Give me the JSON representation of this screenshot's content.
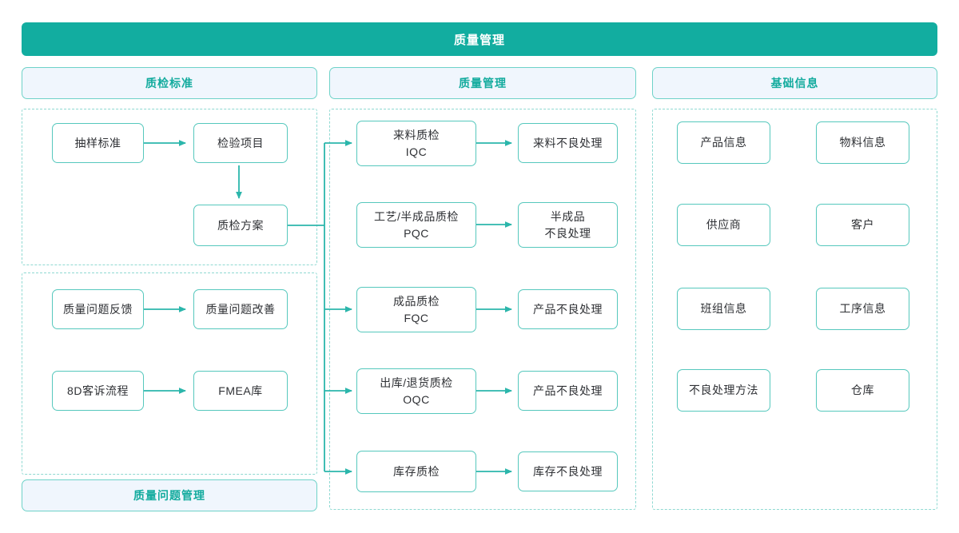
{
  "banner": {
    "title": "质量管理"
  },
  "columns": [
    {
      "id": "col-qc-standard",
      "header": "质检标准"
    },
    {
      "id": "col-quality-mgmt",
      "header": "质量管理"
    },
    {
      "id": "col-basic-info",
      "header": "基础信息"
    }
  ],
  "footer": {
    "label": "质量问题管理"
  },
  "nodes": {
    "sampling_standard": "抽样标准",
    "inspection_item": "检验项目",
    "qc_plan": "质检方案",
    "quality_issue_feedback": "质量问题反馈",
    "quality_issue_improvement": "质量问题改善",
    "eight_d_process": "8D客诉流程",
    "fmea_library": "FMEA库",
    "iqc": "来料质检\nIQC",
    "iqc_defect": "来料不良处理",
    "pqc": "工艺/半成品质检\nPQC",
    "pqc_defect": "半成品\n不良处理",
    "fqc": "成品质检\nFQC",
    "fqc_defect": "产品不良处理",
    "oqc": "出库/退货质检\nOQC",
    "oqc_defect": "产品不良处理",
    "stock_qc": "库存质检",
    "stock_defect": "库存不良处理",
    "product_info": "产品信息",
    "material_info": "物料信息",
    "supplier": "供应商",
    "customer": "客户",
    "team_info": "班组信息",
    "process_info": "工序信息",
    "defect_method": "不良处理方法",
    "warehouse": "仓库"
  },
  "colors": {
    "banner_bg": "#12ada0",
    "header_bg": "#f0f6fd",
    "header_text": "#13ab9e",
    "node_border": "#56c8bd",
    "panel_border": "#8fd9d2",
    "edge": "#2bb6ab",
    "node_text": "#2f3135"
  },
  "diagram": {
    "type": "flowchart",
    "edges": [
      [
        "sampling_standard",
        "inspection_item"
      ],
      [
        "inspection_item",
        "qc_plan"
      ],
      [
        "qc_plan",
        "iqc"
      ],
      [
        "qc_plan",
        "fqc"
      ],
      [
        "qc_plan",
        "oqc"
      ],
      [
        "qc_plan",
        "stock_qc"
      ],
      [
        "quality_issue_feedback",
        "quality_issue_improvement"
      ],
      [
        "eight_d_process",
        "fmea_library"
      ],
      [
        "iqc",
        "iqc_defect"
      ],
      [
        "pqc",
        "pqc_defect"
      ],
      [
        "fqc",
        "fqc_defect"
      ],
      [
        "oqc",
        "oqc_defect"
      ],
      [
        "stock_qc",
        "stock_defect"
      ]
    ]
  }
}
